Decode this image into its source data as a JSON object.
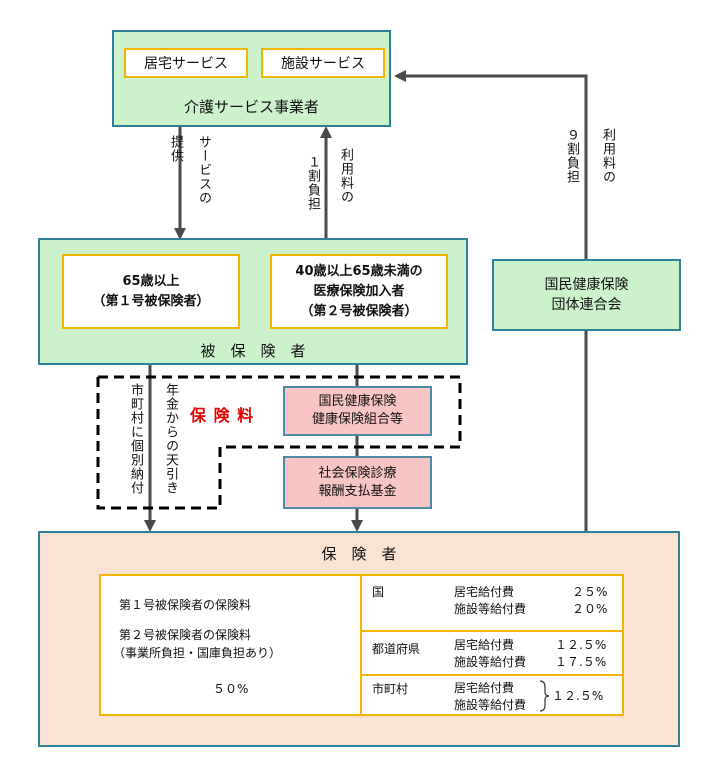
{
  "provider": {
    "title": "介護サービス事業者",
    "home_service": "居宅サービス",
    "facility_service": "施設サービス"
  },
  "arrows": {
    "service_provision": [
      "提供",
      "サービスの"
    ],
    "user_fee_10": [
      "利用料の",
      "１割負担"
    ],
    "user_fee_90": [
      "利用料の",
      "９割負担"
    ],
    "individual_payment": "市町村に個別納付",
    "pension_deduction": "年金からの天引き"
  },
  "insured": {
    "title": "被　保　険　者",
    "first": [
      "65歳以上",
      "（第１号被保険者）"
    ],
    "second": [
      "40歳以上65歳未満の",
      "医療保険加入者",
      "（第２号被保険者）"
    ]
  },
  "premium_label": "保 険 料",
  "health_insurers": [
    "国民健康保険",
    "健康保険組合等"
  ],
  "payment_fund": [
    "社会保険診療",
    "報酬支払基金"
  ],
  "federation": [
    "国民健康保険",
    "団体連合会"
  ],
  "insurer": {
    "title": "保　険　者",
    "left": {
      "line1": "第１号被保険者の保険料",
      "line2": "第２号被保険者の保険料",
      "line3": "（事業所負担・国庫負担あり）",
      "percent": "５０%"
    },
    "rows": [
      {
        "who": "国",
        "items": [
          {
            "label": "居宅給付費",
            "pct": "２５%"
          },
          {
            "label": "施設等給付費",
            "pct": "２０%"
          }
        ]
      },
      {
        "who": "都道府県",
        "items": [
          {
            "label": "居宅給付費",
            "pct": "１２.５%"
          },
          {
            "label": "施設等給付費",
            "pct": "１７.５%"
          }
        ]
      },
      {
        "who": "市町村",
        "items": [
          {
            "label": "居宅給付費",
            "pct": ""
          },
          {
            "label": "施設等給付費",
            "pct": ""
          }
        ],
        "combined_pct": "１２.５%"
      }
    ]
  },
  "colors": {
    "green": "#ccf2cc",
    "pink": "#f9c4c4",
    "peach": "#fbe3d4",
    "yellow_border": "#f2b500",
    "red_text": "#e60000",
    "arrow": "#4a4a4a"
  }
}
